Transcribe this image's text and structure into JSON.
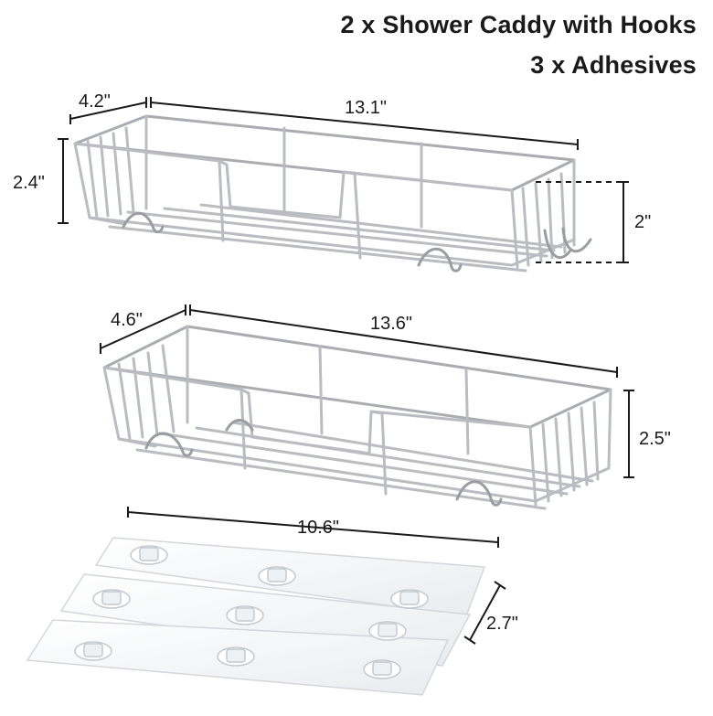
{
  "header": {
    "line1": "2 x Shower Caddy with Hooks",
    "line2": "3 x Adhesives"
  },
  "caddy_top": {
    "depth_label": "4.2\"",
    "length_label": "13.1\"",
    "height_label": "2.4\"",
    "hook_label": "2\""
  },
  "caddy_bottom": {
    "depth_label": "4.6\"",
    "length_label": "13.6\"",
    "height_label": "2.5\""
  },
  "adhesives": {
    "length_label": "10.6\"",
    "width_label": "2.7\""
  },
  "colors": {
    "wire": "#b9bcc0",
    "wire_dark": "#8d9095",
    "pad": "#f2f4f6",
    "dim_line": "#1a1a1a"
  }
}
